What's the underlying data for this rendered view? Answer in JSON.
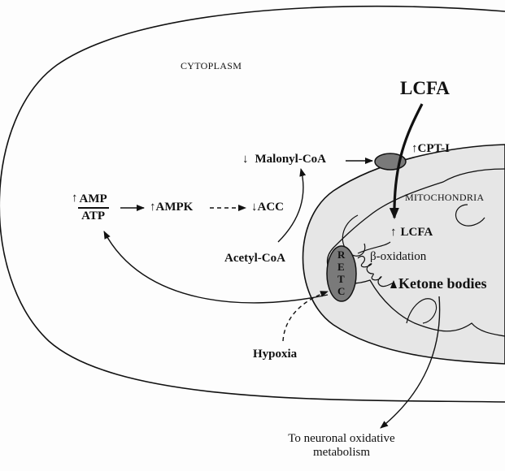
{
  "labels": {
    "cytoplasm": "CYTOPLASM",
    "mitochondria": "MITOCHONDRIA",
    "lcfa_outside": "LCFA",
    "cpt1": "CPT-I",
    "malonyl_coa": "Malonyl-CoA",
    "amp": "AMP",
    "atp": "ATP",
    "ampk": "AMPK",
    "acc": "ACC",
    "acetyl_coa": "Acetyl-CoA",
    "lcfa_inside": "LCFA",
    "beta_oxidation": "β-oxidation",
    "ketone_bodies": "Ketone bodies",
    "hypoxia": "Hypoxia",
    "retc": [
      "R",
      "E",
      "T",
      "C"
    ],
    "neuronal": [
      "To neuronal oxidative",
      "metabolism"
    ]
  },
  "arrows": {
    "up": "↑",
    "down": "↓"
  },
  "colors": {
    "ink": "#111111",
    "mito_fill": "#e6e6e6",
    "organelle_fill": "#7a7a7a"
  }
}
